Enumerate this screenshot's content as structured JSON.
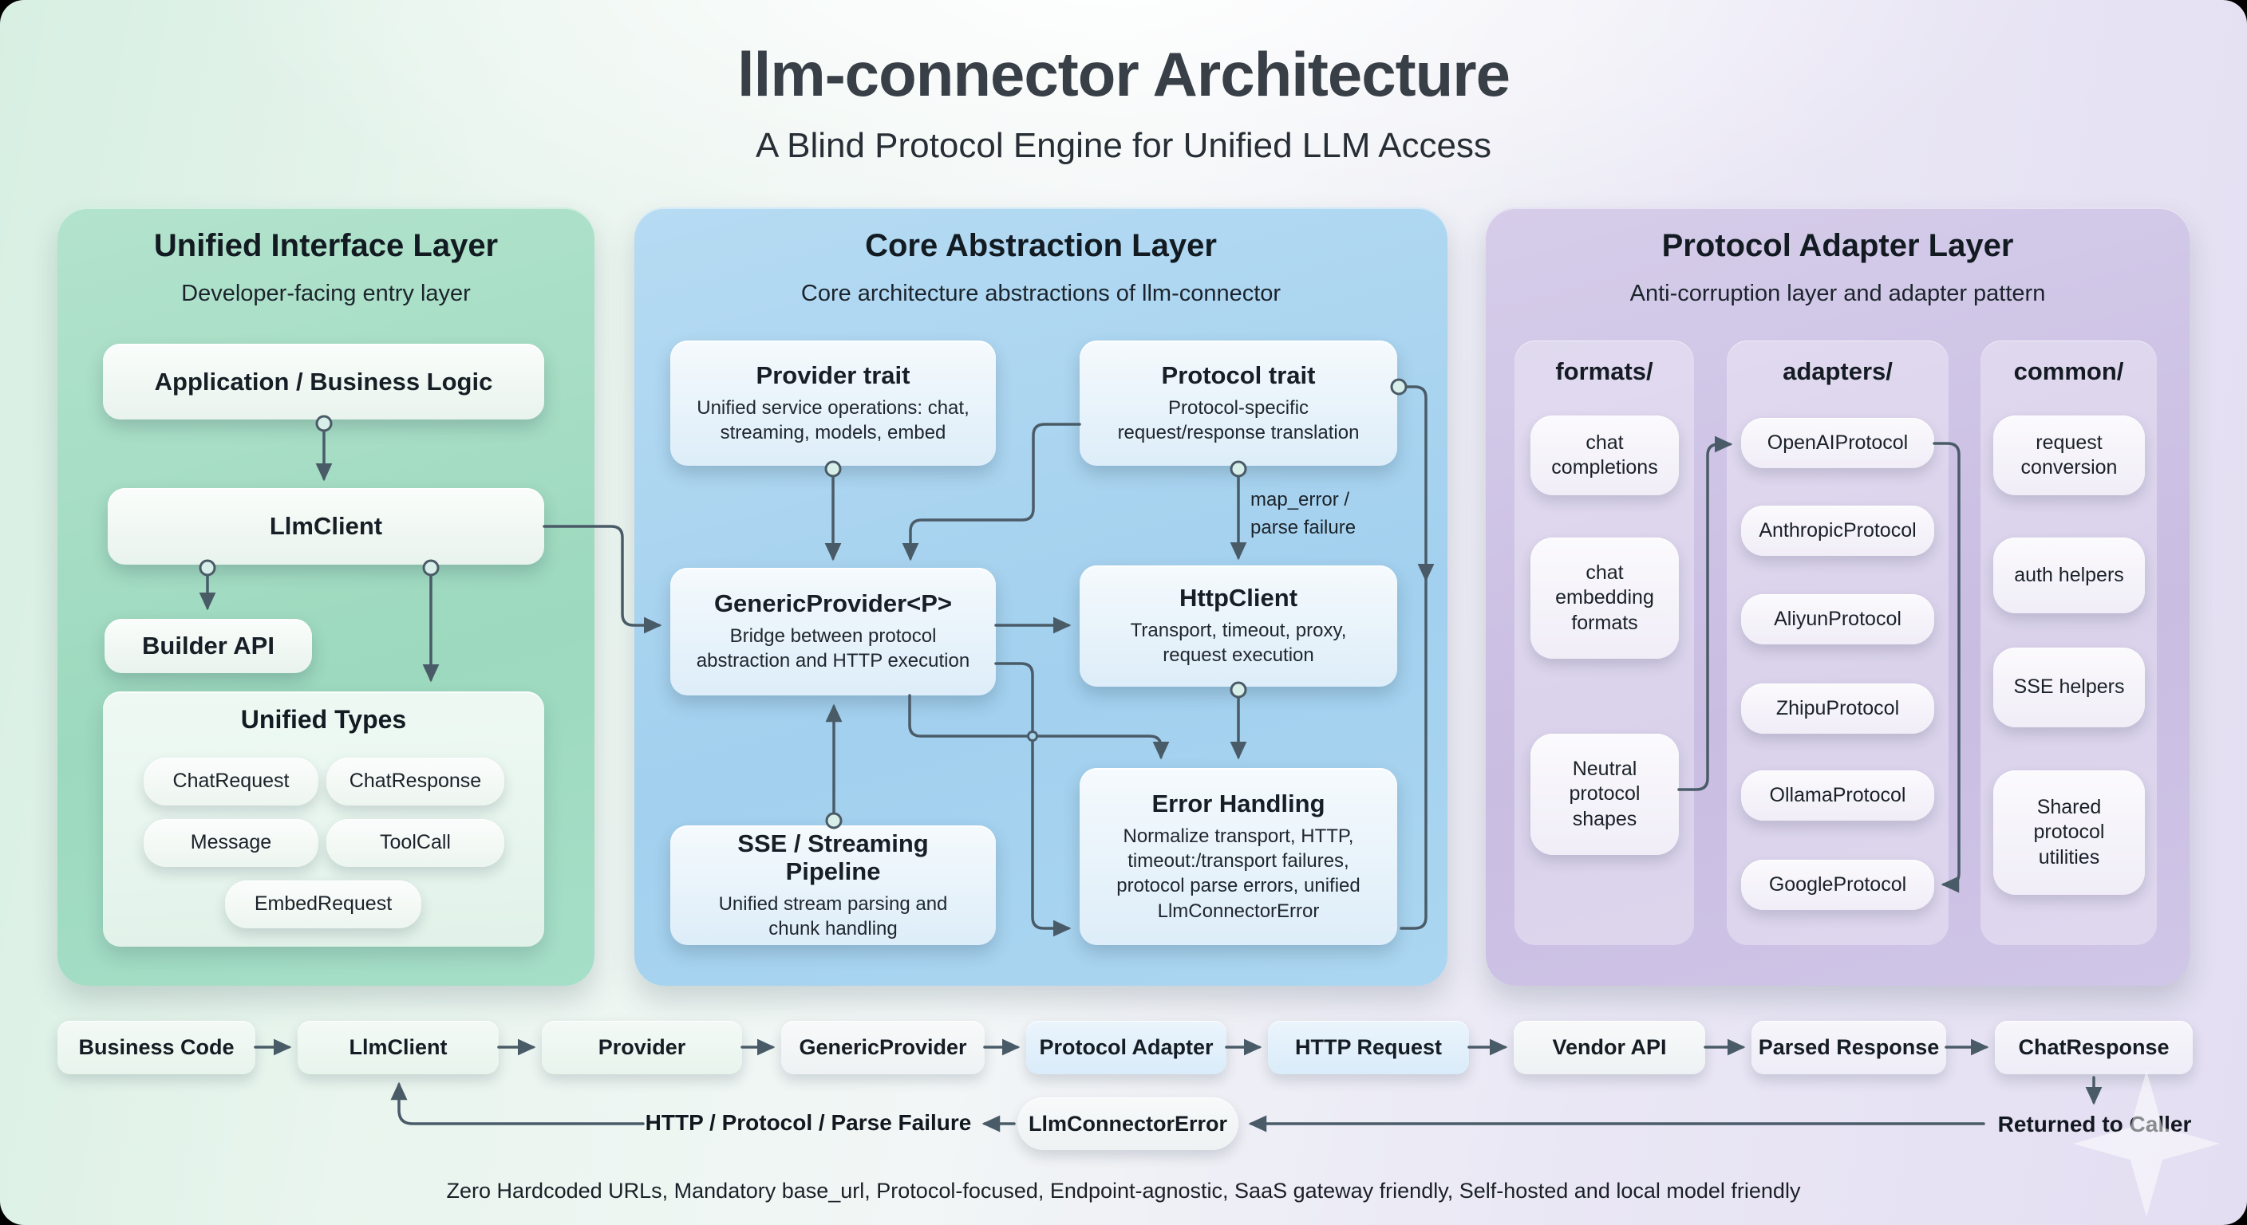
{
  "title": "llm-connector Architecture",
  "subtitle": "A Blind Protocol Engine for Unified LLM Access",
  "unified_layer": {
    "title": "Unified Interface Layer",
    "subtitle": "Developer-facing entry layer",
    "app": "Application / Business Logic",
    "client": "LlmClient",
    "builder": "Builder API",
    "types_title": "Unified Types",
    "types": [
      "ChatRequest",
      "ChatResponse",
      "Message",
      "ToolCall",
      "EmbedRequest"
    ]
  },
  "core_layer": {
    "title": "Core Abstraction Layer",
    "subtitle": "Core architecture abstractions of llm-connector",
    "provider_trait": {
      "title": "Provider trait",
      "desc": "Unified service operations: chat, streaming, models, embed"
    },
    "protocol_trait": {
      "title": "Protocol trait",
      "desc": "Protocol-specific request/response translation"
    },
    "generic_provider": {
      "title": "GenericProvider<P>",
      "desc": "Bridge between protocol abstraction and HTTP execution"
    },
    "http_client": {
      "title": "HttpClient",
      "desc": "Transport, timeout, proxy, request execution"
    },
    "sse_pipeline": {
      "title": "SSE / Streaming Pipeline",
      "desc": "Unified stream parsing and chunk handling"
    },
    "error_handling": {
      "title": "Error Handling",
      "desc": "Normalize transport, HTTP, timeout:/transport failures, protocol parse errors, unified LlmConnectorError"
    },
    "edge_label": "map_error /\nparse failure"
  },
  "adapter_layer": {
    "title": "Protocol Adapter Layer",
    "subtitle": "Anti-corruption layer and adapter pattern",
    "columns": [
      {
        "name": "formats/",
        "items": [
          "chat completions",
          "chat embedding formats",
          "Neutral protocol shapes"
        ]
      },
      {
        "name": "adapters/",
        "items": [
          "OpenAIProtocol",
          "AnthropicProtocol",
          "AliyunProtocol",
          "ZhipuProtocol",
          "OllamaProtocol",
          "GoogleProtocol"
        ]
      },
      {
        "name": "common/",
        "items": [
          "request conversion",
          "auth helpers",
          "SSE helpers",
          "Shared protocol utilities"
        ]
      }
    ]
  },
  "flow": {
    "nodes": [
      "Business Code",
      "LlmClient",
      "Provider",
      "GenericProvider",
      "Protocol Adapter",
      "HTTP Request",
      "Vendor API",
      "Parsed Response",
      "ChatResponse"
    ],
    "error_node": "LlmConnectorError",
    "failure_label": "HTTP / Protocol / Parse Failure",
    "return_label": "Returned to Caller"
  },
  "footer": "Zero Hardcoded URLs, Mandatory base_url, Protocol-focused, Endpoint-agnostic, SaaS gateway friendly, Self-hosted and local model friendly",
  "colors": {
    "unified_panel": "#a3dcc2",
    "core_panel": "#a9d3ef",
    "adapter_panel": "#cec4e6",
    "connector": "#4a5b68"
  }
}
